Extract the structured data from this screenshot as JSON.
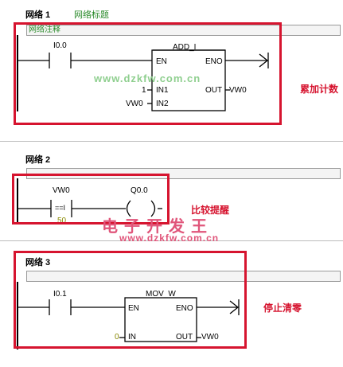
{
  "networks": [
    {
      "title": "网络 1",
      "subtitle": "网络标题",
      "comment": "网络注释",
      "contact": "I0.0",
      "box": {
        "name": "ADD_I",
        "en": "EN",
        "eno": "ENO",
        "in1": "IN1",
        "in2": "IN2",
        "out": "OUT",
        "in1_value": "1",
        "in2_value": "VW0",
        "out_value": "VW0"
      },
      "annotation": "累加计数"
    },
    {
      "title": "网络 2",
      "contact": "VW0",
      "contact_op": "==I",
      "contact_value": "50",
      "coil": "Q0.0",
      "annotation": "比较提醒"
    },
    {
      "title": "网络 3",
      "contact": "I0.1",
      "box": {
        "name": "MOV_W",
        "en": "EN",
        "eno": "ENO",
        "in": "IN",
        "out": "OUT",
        "in_value": "0",
        "out_value": "VW0"
      },
      "annotation": "停止清零"
    }
  ],
  "watermarks": {
    "url1": "www.dzkfw.com.cn",
    "brand": "电子开发王",
    "url2": "www.dzkfw.com.cn"
  },
  "colors": {
    "highlight": "#d6142f",
    "comment_text": "#2a8a2a",
    "watermark_green": "#8fcf8f",
    "watermark_red": "#e0557a"
  }
}
